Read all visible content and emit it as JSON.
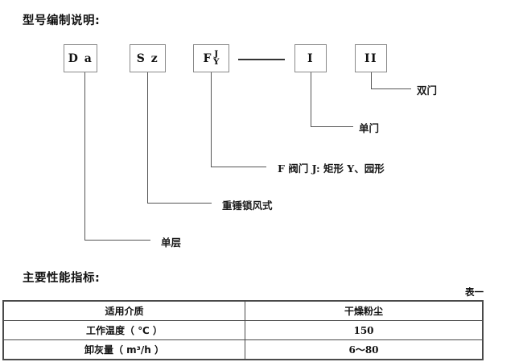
{
  "model_section": {
    "title": "型号编制说明:",
    "boxes": [
      {
        "id": "box-da",
        "main": "D a",
        "sup": "",
        "sub": ""
      },
      {
        "id": "box-sz",
        "main": "S z",
        "sup": "",
        "sub": ""
      },
      {
        "id": "box-fjy",
        "main": "F",
        "sup": "J",
        "sub": "Y"
      },
      {
        "id": "box-i",
        "main": "I",
        "sup": "",
        "sub": ""
      },
      {
        "id": "box-ii",
        "main": "II",
        "sup": "",
        "sub": ""
      }
    ],
    "leaders": [
      {
        "id": "leader-double-door",
        "label": "双门"
      },
      {
        "id": "leader-single-door",
        "label": "单门"
      },
      {
        "id": "leader-valve",
        "label": "F 阀门 J: 矩形  Y、园形"
      },
      {
        "id": "leader-counterweight",
        "label": "重锤锁风式"
      },
      {
        "id": "leader-single-layer",
        "label": "单层"
      }
    ]
  },
  "spec_section": {
    "title": "主要性能指标:",
    "table_caption": "表一",
    "rows": [
      {
        "label": "适用介质",
        "value": "干燥粉尘"
      },
      {
        "label": "工作温度（ ℃ ）",
        "value": "150"
      },
      {
        "label": "卸灰量（ m³/h ）",
        "value": "6～80"
      }
    ]
  },
  "colors": {
    "ink": "#1a1a1a",
    "line": "#555555",
    "border": "#4a4a4a"
  }
}
